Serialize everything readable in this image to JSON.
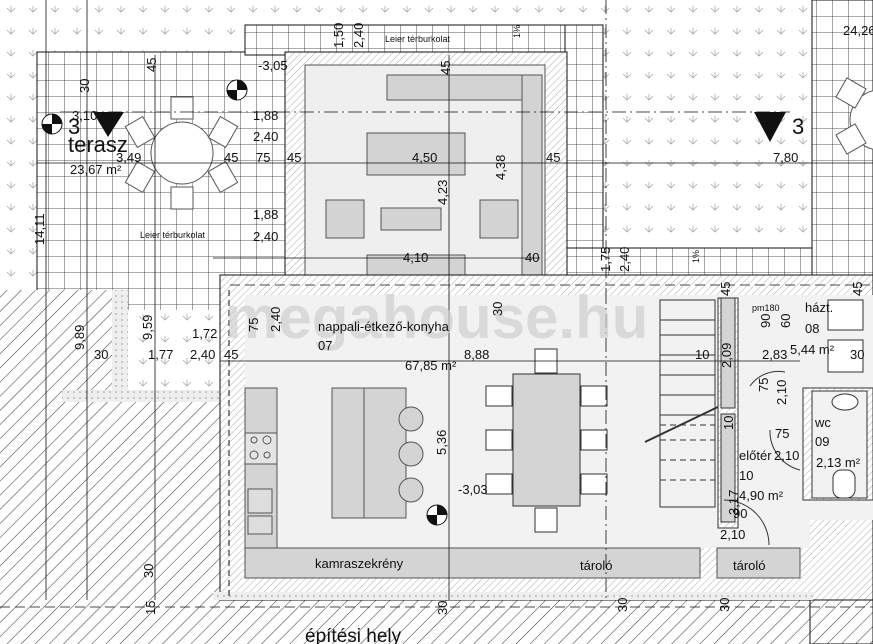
{
  "watermark": "megahouse.hu",
  "rooms": {
    "terrace": {
      "name": "terasz",
      "area": "23,67 m²",
      "level": "3,10",
      "section": "3"
    },
    "living": {
      "name": "nappali-étkező-konyha",
      "number": "07",
      "area": "67,85 m²",
      "level": "-3,03"
    },
    "utility": {
      "name": "házt.",
      "number": "08",
      "area": "5,44 m²",
      "note": "pm180"
    },
    "wc": {
      "name": "wc",
      "number": "09",
      "area": "2,13 m²"
    },
    "hall": {
      "name": "előtér",
      "number": "10",
      "area": "4,90 m²"
    },
    "pantry": "kamraszekrény",
    "storage1": "tároló",
    "storage2": "tároló",
    "site": "építési hely",
    "right_terrace_area": "24,26"
  },
  "paving_labels": [
    "Leier térburkolat",
    "Leier térburkolat"
  ],
  "slopes": [
    "1%",
    "1%"
  ],
  "section_marks": {
    "right_level": "7,80",
    "right_section": "3",
    "top_level": "-3,05"
  },
  "dimensions": {
    "top": [
      "1,50",
      "2,40",
      "45",
      "45",
      "30"
    ],
    "terrace": [
      "3,49",
      "1,88",
      "2,40",
      "45",
      "75",
      "45",
      "1,88",
      "2,40",
      "14,11"
    ],
    "covered": [
      "4,50",
      "4,23",
      "4,38",
      "45",
      "4,10",
      "40",
      "1,75",
      "2,40",
      "45",
      "45"
    ],
    "lower_left": [
      "9,89",
      "9,59",
      "1,72",
      "30",
      "1,77",
      "2,40",
      "45",
      "75",
      "2,40",
      "30",
      "30",
      "15"
    ],
    "living": [
      "8,88",
      "5,36",
      "30",
      "30",
      "30"
    ],
    "core": [
      "90",
      "60",
      "10",
      "2,09",
      "2,83",
      "30",
      "75",
      "2,10",
      "75",
      "2,10",
      "10",
      "10",
      "3,17",
      "90",
      "2,10"
    ]
  }
}
